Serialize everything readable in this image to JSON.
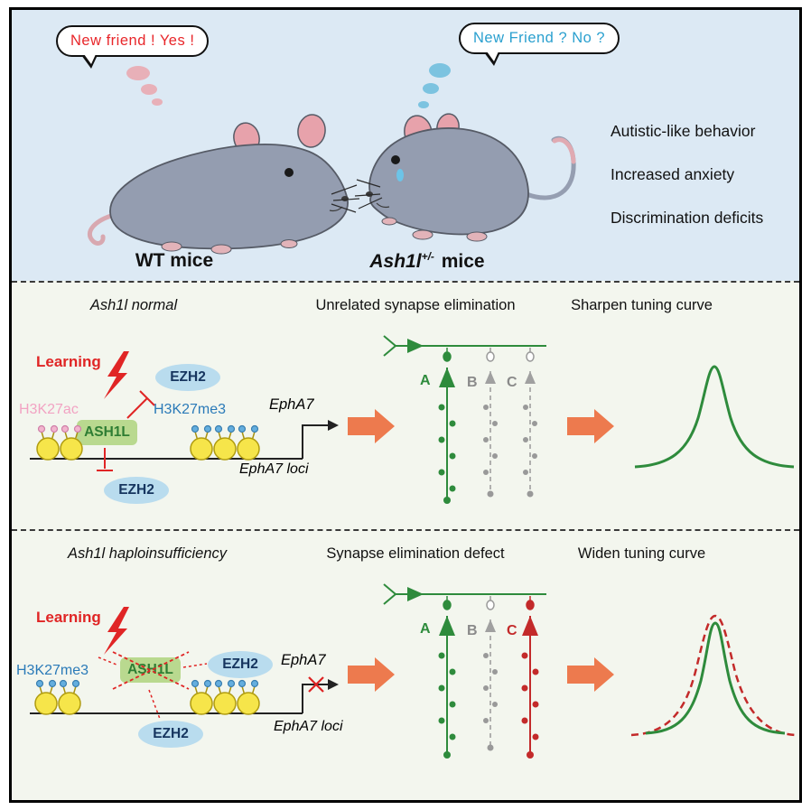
{
  "top": {
    "bubble_wt": "New friend ! Yes !",
    "bubble_mut": "New Friend ? No ?",
    "label_wt": "WT mice",
    "mut_name": "Ash1l",
    "mut_sup": "+/-",
    "mut_suffix": "mice",
    "behaviors": [
      "Autistic-like behavior",
      "Increased anxiety",
      "Discrimination deficits"
    ]
  },
  "normal": {
    "title": "Ash1l normal",
    "synapse_title": "Unrelated synapse elimination",
    "curve_title": "Sharpen tuning curve",
    "learning": "Learning",
    "mark_ac": "H3K27ac",
    "mark_me3": "H3K27me3",
    "ezh2_top": "EZH2",
    "ezh2_bottom": "EZH2",
    "ash1l": "ASH1L",
    "gene": "EphA7",
    "locus": "EphA7 loci",
    "neurons": [
      "A",
      "B",
      "C"
    ]
  },
  "haplo": {
    "title": "Ash1l haploinsufficiency",
    "synapse_title": "Synapse elimination defect",
    "curve_title": "Widen tuning curve",
    "learning": "Learning",
    "mark_me3": "H3K27me3",
    "ezh2_right": "EZH2",
    "ezh2_bottom": "EZH2",
    "ash1l": "ASH1L",
    "gene": "EphA7",
    "locus": "EphA7 loci",
    "neurons": [
      "A",
      "B",
      "C"
    ]
  },
  "colors": {
    "accent_red": "#e02525",
    "speech_blue": "#2aa0cf",
    "h3k27ac_pink": "#f2a3c3",
    "h3k27me3_blue": "#2a7ab8",
    "neuron_green": "#2e8b3c",
    "eliminated_gray": "#999999",
    "defect_red": "#c32a2a",
    "flow_orange": "#ed7a4e"
  }
}
